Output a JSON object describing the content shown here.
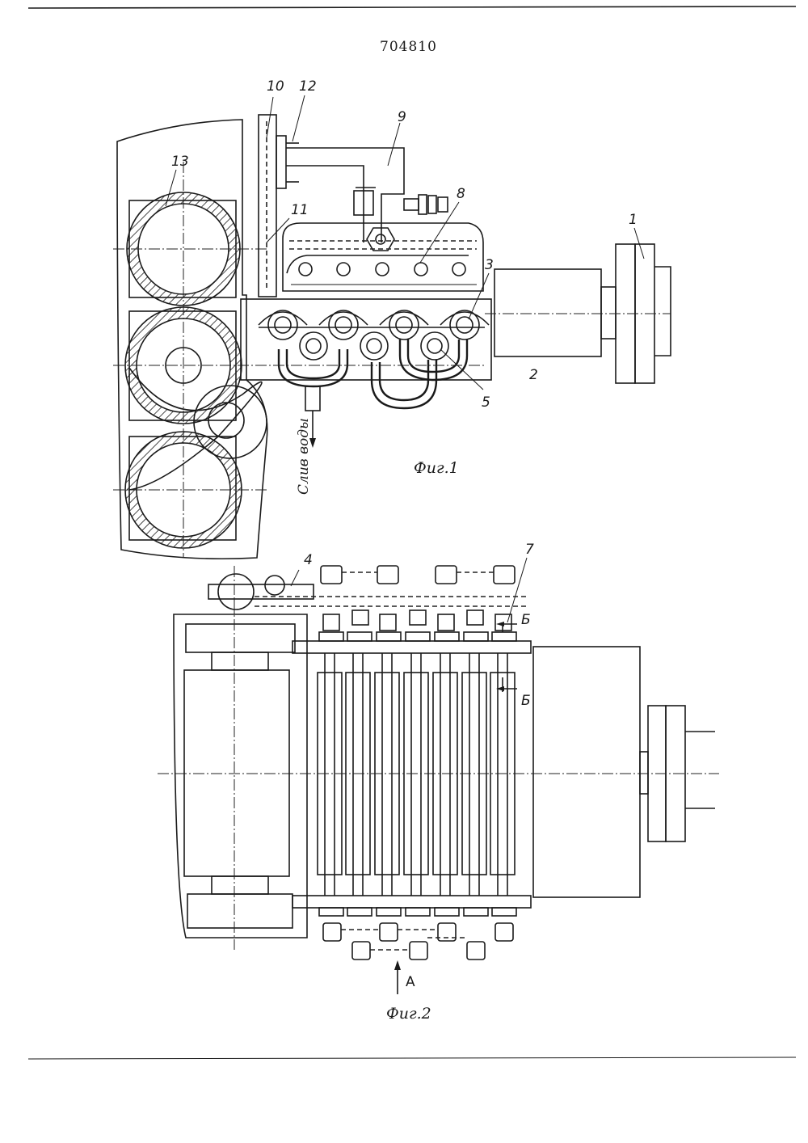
{
  "document": {
    "number": "704810"
  },
  "figure1": {
    "caption": "Фиг.1",
    "drain_note": "Слив воды",
    "labels": [
      "10",
      "12",
      "9",
      "13",
      "8",
      "11",
      "3",
      "1",
      "2",
      "5"
    ]
  },
  "figure2": {
    "caption": "Фиг.2",
    "labels": [
      "4",
      "7",
      "Б",
      "Б",
      "А"
    ]
  }
}
